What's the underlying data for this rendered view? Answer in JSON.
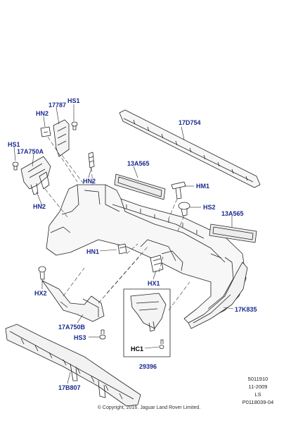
{
  "diagram": {
    "callouts": {
      "hs1_top": "HS1",
      "c17787": "17787",
      "hn2_top": "HN2",
      "hs1_left": "HS1",
      "c17a750a": "17A750A",
      "hn2_mid": "HN2",
      "hn2_left": "HN2",
      "c17d754": "17D754",
      "c13a565_top": "13A565",
      "hm1": "HM1",
      "hs2": "HS2",
      "c13a565_right": "13A565",
      "hn1": "HN1",
      "hx1": "HX1",
      "hx2": "HX2",
      "c17a750b": "17A750B",
      "hs3": "HS3",
      "c17k835": "17K835",
      "hc1": "HC1",
      "c29396": "29396",
      "c17b807": "17B807"
    },
    "meta": {
      "ref1": "5011910",
      "ref2": "11-2009",
      "ref3": "LS",
      "ref4": "P0118039-04"
    },
    "copyright": "© Copyright, 2016. Jaguar Land Rover Limited.",
    "colors": {
      "callout": "#1a2a8c",
      "line": "#222222",
      "fill": "#f4f4f4"
    }
  }
}
